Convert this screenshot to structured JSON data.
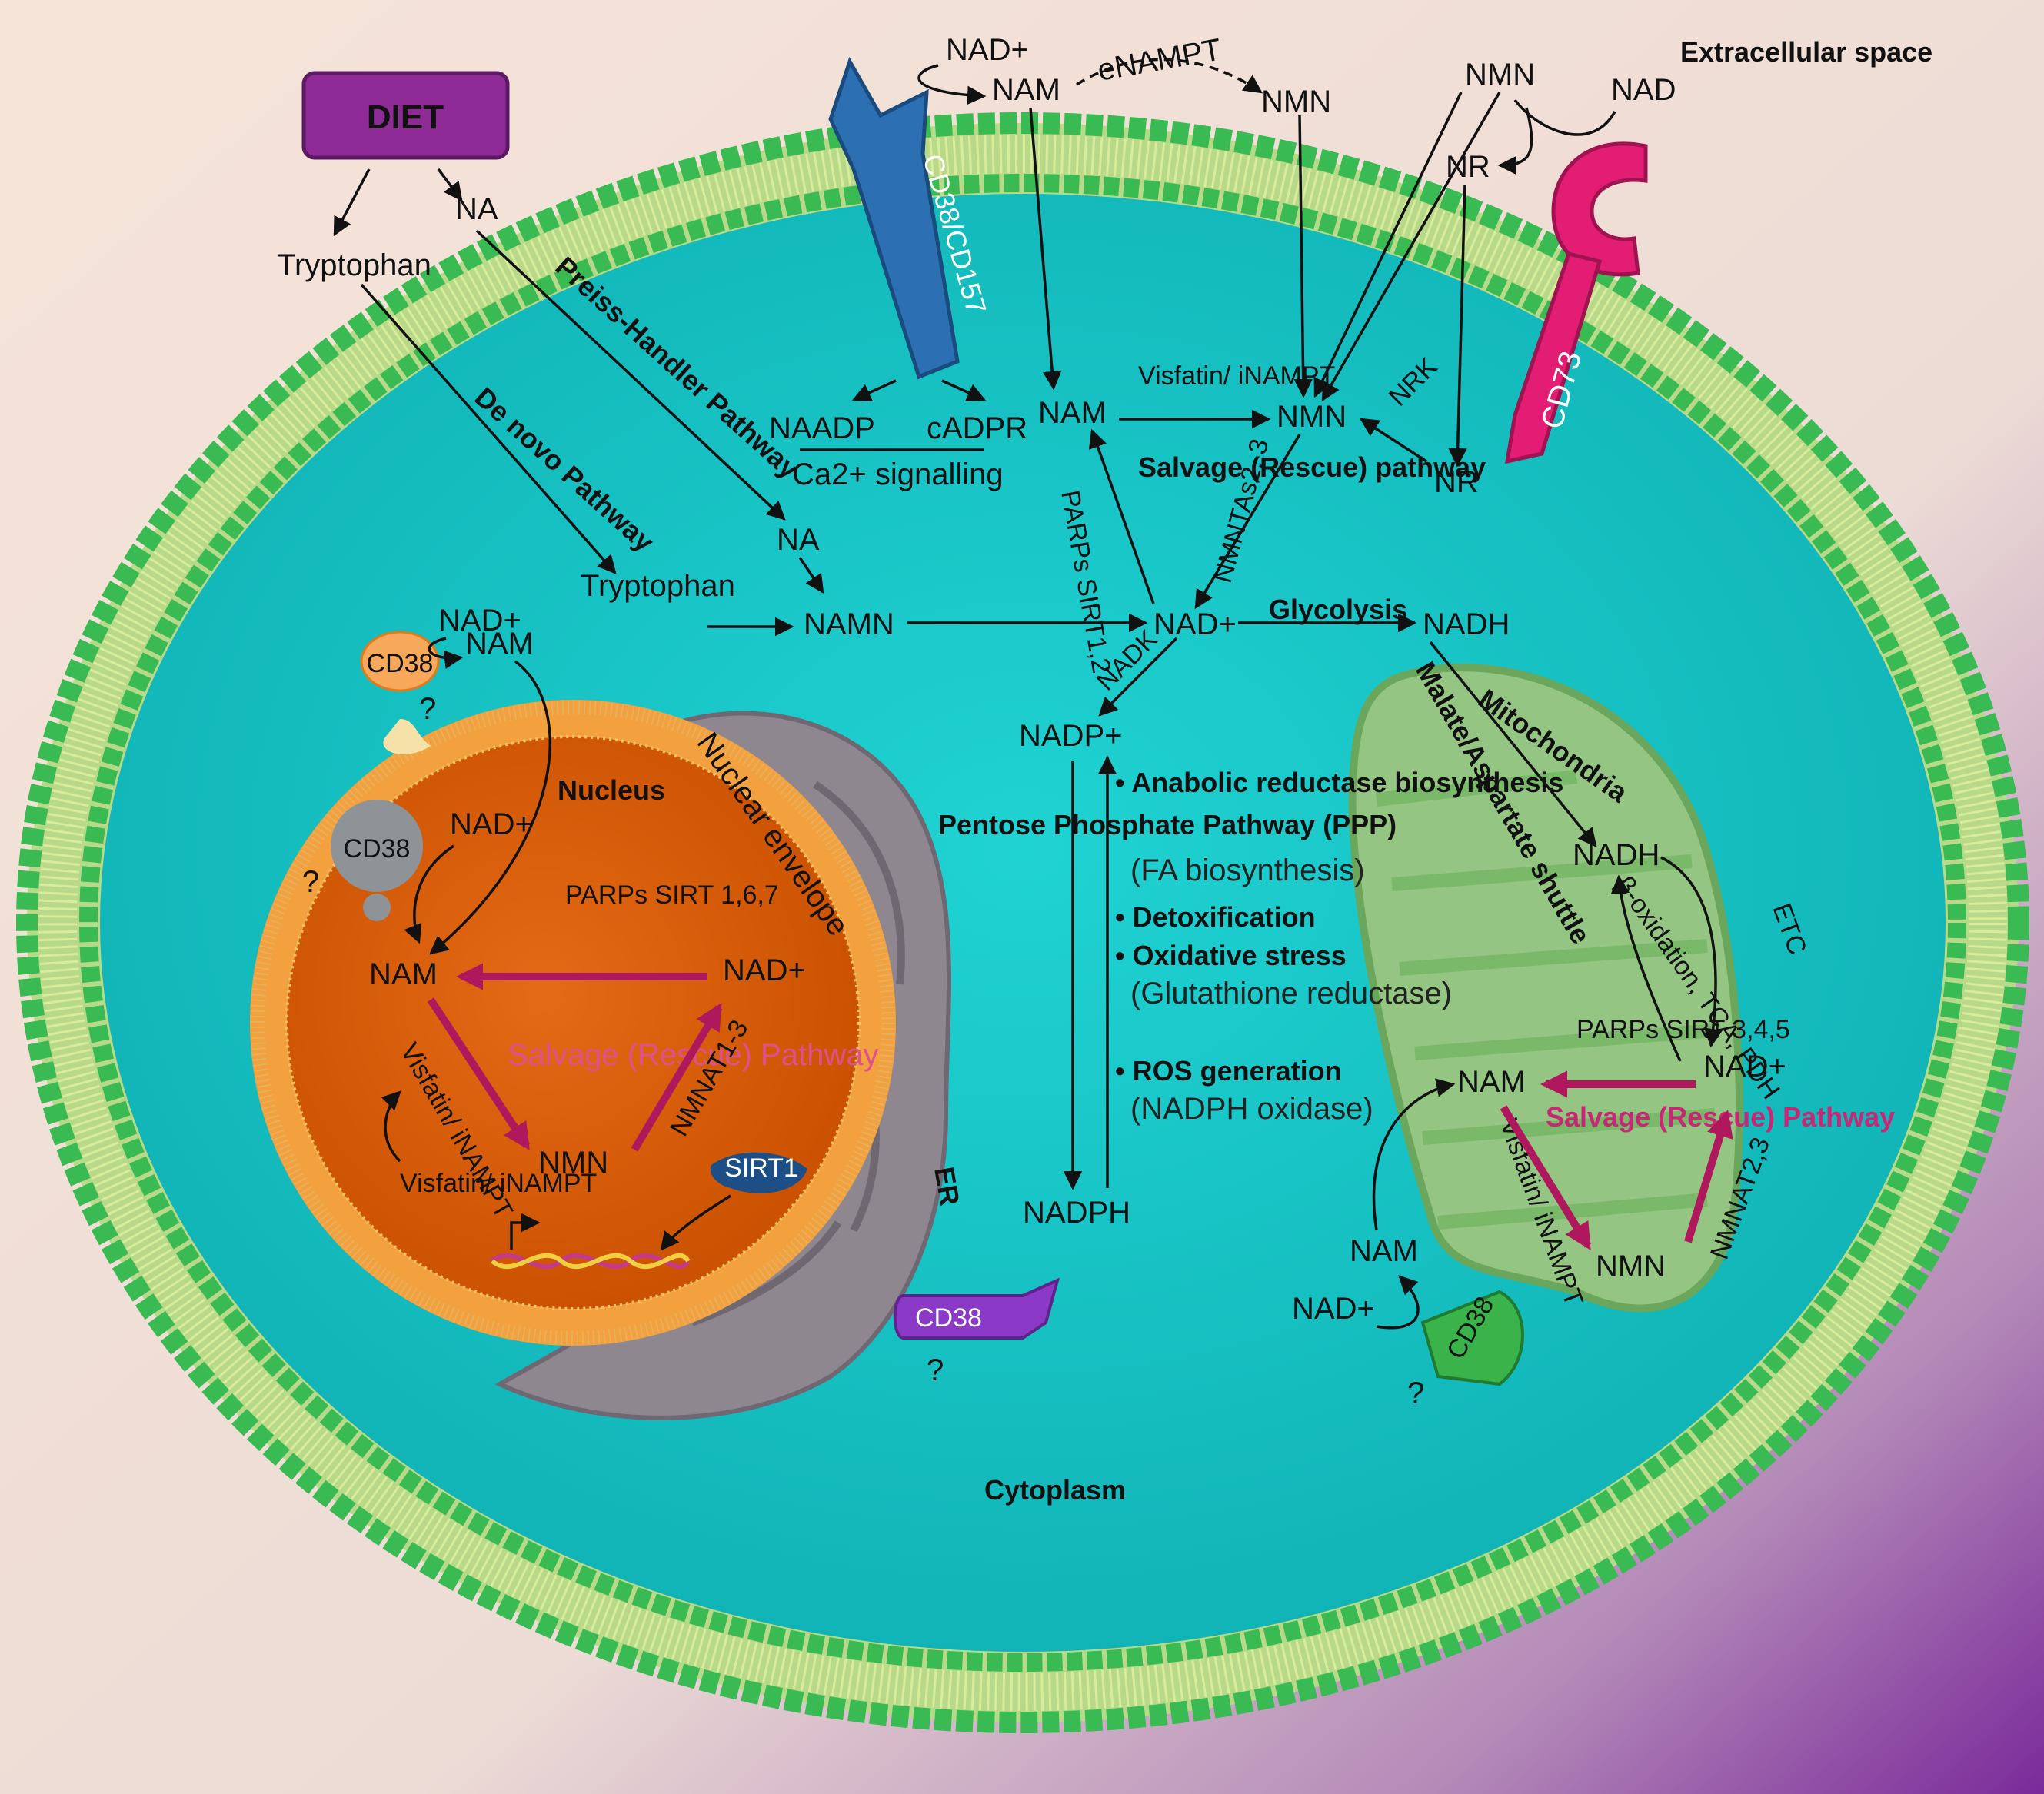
{
  "regions": {
    "extracellular": "Extracellular space",
    "cytoplasm": "Cytoplasm",
    "nucleus": "Nucleus",
    "nuclear_envelope": "Nuclear envelope",
    "mitochondria": "Mitochondria",
    "er": "ER"
  },
  "proteins": {
    "diet": "DIET",
    "cd38_cd157": "CD38/CD157",
    "cd73": "CD73",
    "cd38": "CD38",
    "sirt1": "SIRT1"
  },
  "extracellular_nodes": {
    "nad_plus": "NAD+",
    "nam": "NAM",
    "enampt": "eNAMPT",
    "nmn_1": "NMN",
    "nmn_2": "NMN",
    "nad": "NAD",
    "nr": "NR",
    "na": "NA",
    "tryptophan": "Tryptophan"
  },
  "pathways": {
    "preiss_handler": "Preiss-Handler Pathway",
    "de_novo": "De novo Pathway",
    "salvage": "Salvage (Rescue) pathway",
    "glycolysis": "Glycolysis",
    "malate_aspartate": "Malate/Aspartate shuttle",
    "ppp": "Pentose Phosphate Pathway (PPP)"
  },
  "cytoplasm_nodes": {
    "naadp": "NAADP",
    "cadpr": "cADPR",
    "ca_signalling": "Ca2+ signalling",
    "nam": "NAM",
    "visfatin": "Visfatin/ iNAMPT",
    "nmn": "NMN",
    "nrk": "NRK",
    "nr": "NR",
    "parps_sirt": "PARPs SIRT1,2",
    "nmnat": "NMNTAs2, 3",
    "na": "NA",
    "tryptophan": "Tryptophan",
    "namn": "NAMN",
    "nad_plus": "NAD+",
    "nadh": "NADH",
    "nadk": "NADK",
    "nadp_plus": "NADP+",
    "nadph": "NADPH"
  },
  "nadph_uses": [
    {
      "bold": "Anabolic reductase biosynthesis",
      "sub": "(FA biosynthesis)"
    },
    {
      "bold": "Detoxification",
      "sub": ""
    },
    {
      "bold": "Oxidative stress",
      "sub": "(Glutathione reductase)"
    },
    {
      "bold": "ROS generation",
      "sub": "(NADPH oxidase)"
    }
  ],
  "nucleus_nodes": {
    "nad_plus_top": "NAD+",
    "nam_top": "NAM",
    "nad_plus_mid": "NAD+",
    "nam": "NAM",
    "nad_plus_right": "NAD+",
    "parps_sirt": "PARPs SIRT 1,6,7",
    "salvage": "Salvage (Rescue) Pathway",
    "visfatin": "Visfatin/ iNAMPT",
    "nmnat": "NMNAT1-3",
    "nmn": "NMN",
    "visfatin_gene": "Visfatin/ iNAMPT",
    "q": "?"
  },
  "mito_nodes": {
    "nadh": "NADH",
    "etc": "ETC",
    "beta_ox": "β-oxidation, TCA, PDH",
    "parps_sirt": "PARPs SIRT 3,4,5",
    "nam": "NAM",
    "nad_plus": "NAD+",
    "salvage": "Salvage (Rescue) Pathway",
    "visfatin": "Visfatin/ iNAMPT",
    "nmnat": "NMNAT2,3",
    "nmn": "NMN",
    "nam_out": "NAM",
    "nad_out": "NAD+",
    "q": "?"
  }
}
